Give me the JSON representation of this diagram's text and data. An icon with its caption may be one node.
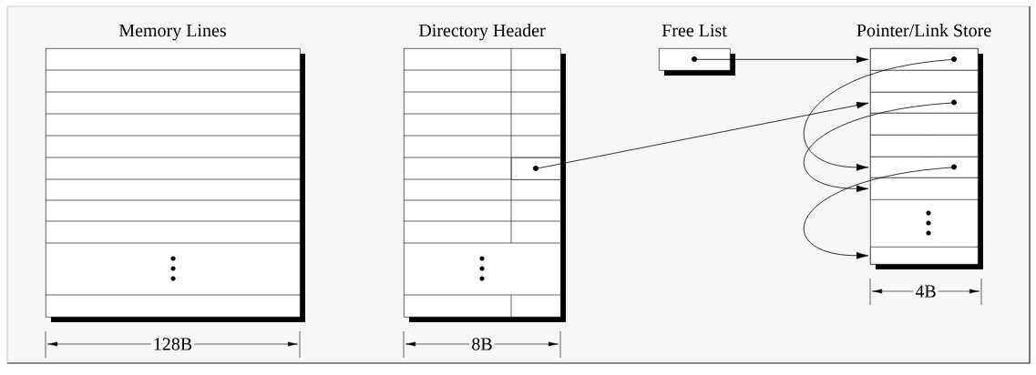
{
  "diagram": {
    "nodes": [
      {
        "text": [
          "Memory Lines"
        ]
      },
      {
        "text": [
          "Directory Header"
        ]
      },
      {
        "text": [],
        "shape": "box",
        "in": 1
      },
      {
        "text": [
          "Free List"
        ]
      },
      {
        "text": [
          "Pointer/Link Store"
        ]
      },
      {
        "text": [],
        "shape": "box",
        "in": 4
      },
      {
        "text": [],
        "shape": "box",
        "in": 4
      },
      {
        "text": [],
        "shape": "box",
        "in": 4
      },
      {
        "text": [],
        "shape": "box",
        "in": 4
      },
      {
        "text": [],
        "shape": "box",
        "in": 4
      },
      {
        "text": [],
        "shape": "box",
        "in": 4
      },
      {
        "text": [],
        "shape": "box",
        "in": 4
      },
      {
        "text": [],
        "shape": "box",
        "in": 4
      }
    ],
    "edges": [
      {
        "from": 3,
        "to": 5,
        "arrow": "to"
      },
      {
        "from": 2,
        "to": 7,
        "arrow": "to"
      },
      {
        "from": 5,
        "to": 10,
        "arrow": "to"
      },
      {
        "from": 7,
        "to": 11,
        "arrow": "to"
      },
      {
        "from": 10,
        "to": 12,
        "arrow": "to"
      }
    ],
    "labels": [
      "128B",
      "8B",
      "4B"
    ]
  }
}
